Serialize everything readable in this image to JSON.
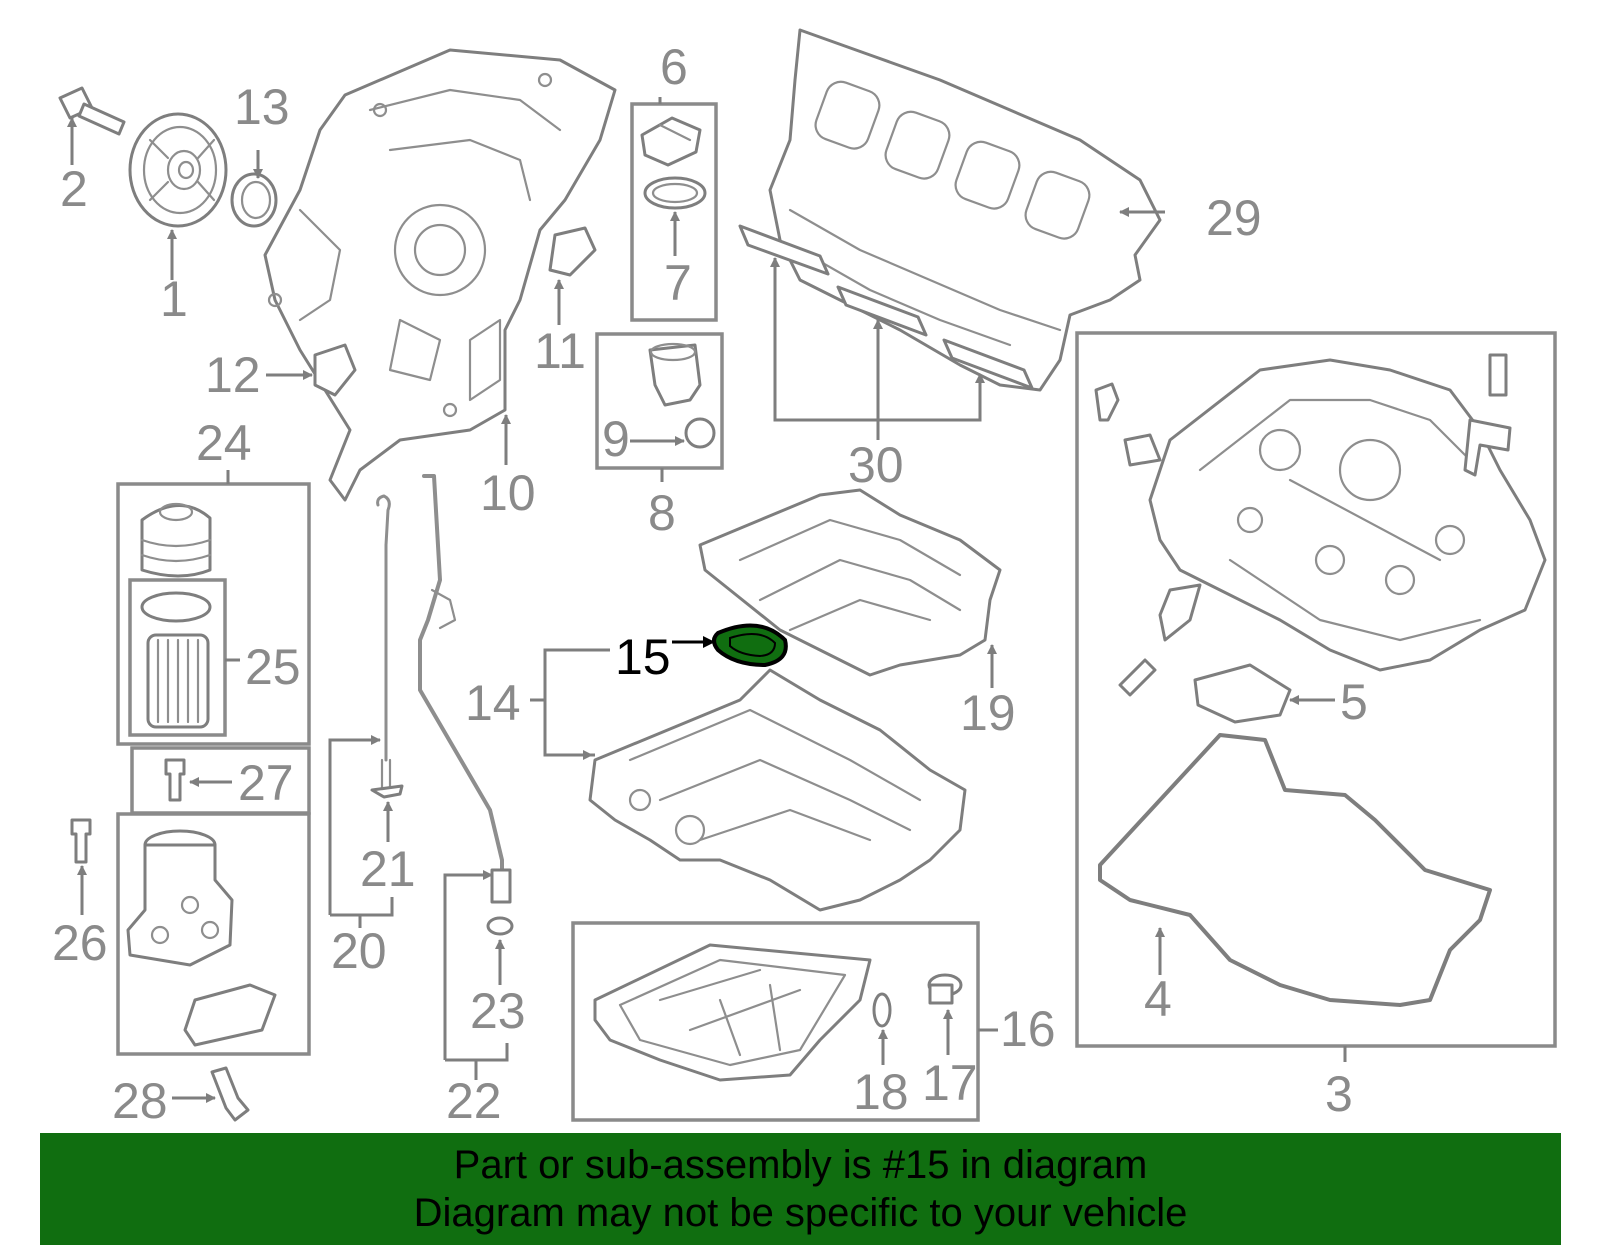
{
  "labels": {
    "n1": "1",
    "n2": "2",
    "n3": "3",
    "n4": "4",
    "n5": "5",
    "n6": "6",
    "n7": "7",
    "n8": "8",
    "n9": "9",
    "n10": "10",
    "n11": "11",
    "n12": "12",
    "n13": "13",
    "n14": "14",
    "n15": "15",
    "n16": "16",
    "n17": "17",
    "n18": "18",
    "n19": "19",
    "n20": "20",
    "n21": "21",
    "n22": "22",
    "n23": "23",
    "n24": "24",
    "n25": "25",
    "n26": "26",
    "n27": "27",
    "n28": "28",
    "n29": "29",
    "n30": "30"
  },
  "highlight": {
    "part": "15",
    "color": "#106e10"
  },
  "banner": {
    "line1": "Part or sub-assembly is #15 in diagram",
    "line2": "Diagram may not be specific to your vehicle",
    "background": "#106e10"
  }
}
